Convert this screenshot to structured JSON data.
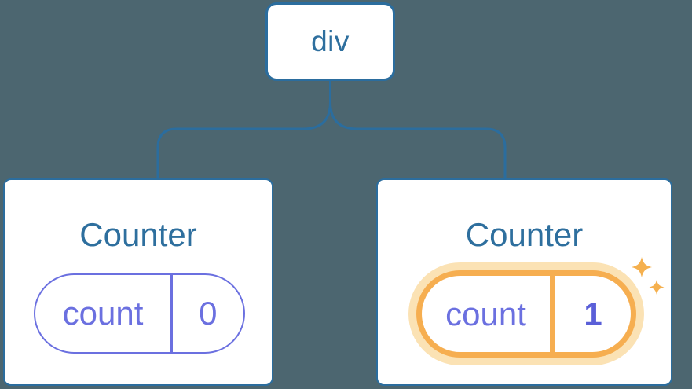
{
  "diagram": {
    "background_color": "#4c6670",
    "line_color": "#2b6d9e",
    "root": {
      "label": "div"
    },
    "cards": [
      {
        "title": "Counter",
        "pill": {
          "label": "count",
          "value": "0"
        },
        "highlighted": false
      },
      {
        "title": "Counter",
        "pill": {
          "label": "count",
          "value": "1"
        },
        "highlighted": true
      }
    ],
    "colors": {
      "card_background": "#ffffff",
      "node_border_blue": "#2b6d9e",
      "heading_blue": "#2e6f9e",
      "state_purple": "#6b70e0",
      "state_value_bold_purple": "#5a5fd8",
      "highlight_orange": "#f6ae50",
      "highlight_glow": "#fbe2b4",
      "sparkle_orange": "#f5b04e"
    },
    "icons": {
      "sparkles": "sparkles-icon"
    }
  }
}
